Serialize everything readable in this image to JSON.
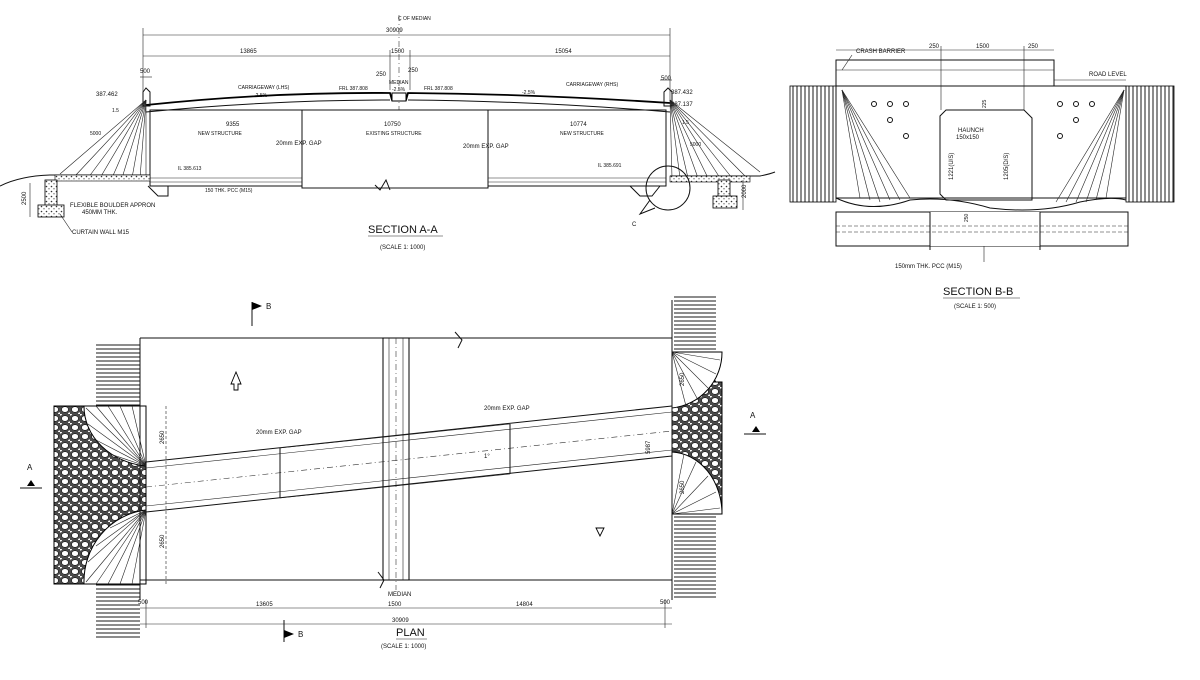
{
  "section_aa": {
    "title": "SECTION A-A",
    "scale": "(SCALE 1: 1000)",
    "centerline_label": "Ç OF MEDIAN",
    "overall_dim": "30909",
    "dim_left_half": "13865",
    "dim_median": "1500",
    "dim_right_half": "15054",
    "dim_250_left": "250",
    "dim_250_right": "250",
    "dim_500_left": "500",
    "dim_500_right": "500",
    "level_left_top": "387.462",
    "level_right_top": "387.432",
    "level_right_second": "387.137",
    "carriageway_lhs": "CARRIAGEWAY (LHS)",
    "carriageway_rhs": "CARRIAGEWAY (RHS)",
    "slope_left": "-2.5%",
    "slope_center_left": "-2.5%",
    "slope_right": "-2.5%",
    "median_label": "MEDIAN",
    "frl_left": "FRL 387.808",
    "frl_right": "FRL 387.808",
    "span_left": "9355",
    "span_center": "10750",
    "span_right": "10774",
    "new_structure_left": "NEW STRUCTURE",
    "existing_structure": "EXISTING STRUCTURE",
    "new_structure_right": "NEW STRUCTURE",
    "exp_gap_left": "20mm EXP. GAP",
    "exp_gap_right": "20mm EXP. GAP",
    "il_left": "IL 385.613",
    "il_right": "IL 385.691",
    "pcc_label": "150 THK. PCC (M15)",
    "slope_ratio_left": "1.5",
    "slope_ratio_right": "1.5",
    "dim_left_5000": "5000",
    "dim_right_5000": "5000",
    "dim_2500": "2500",
    "dim_2000": "2000",
    "flexible_apron_1": "FLEXIBLE BOULDER APPRON",
    "flexible_apron_2": "450MM THK.",
    "curtain_wall": "CURTAIN WALL M15",
    "detail_c": "C"
  },
  "section_bb": {
    "title": "SECTION B-B",
    "scale": "(SCALE 1: 500)",
    "crash_barrier": "CRASH BARRIER",
    "road_level": "ROAD LEVEL",
    "dim_250_left": "250",
    "dim_1500": "1500",
    "dim_250_right": "250",
    "haunch_1": "HAUNCH",
    "haunch_2": "150x150",
    "dim_225": "225",
    "dim_1221": "1221(U/S)",
    "dim_1205": "1205(D/S)",
    "dim_250_bottom": "250",
    "pcc_label": "150mm THK. PCC (M15)"
  },
  "plan": {
    "title": "PLAN",
    "scale": "(SCALE 1: 1000)",
    "section_b_mark": "B",
    "section_a_mark": "A",
    "exp_gap_left": "20mm EXP. GAP",
    "exp_gap_right": "20mm EXP. GAP",
    "dim_2650_left_top": "2650",
    "dim_2650_left_bottom": "2650",
    "dim_2650_right_top": "2650",
    "dim_2650_right_bottom": "2650",
    "dim_5987": "5987",
    "skew_angle": "1°",
    "median_label": "MEDIAN",
    "dim_500_left": "500",
    "dim_13605": "13605",
    "dim_1500": "1500",
    "dim_14804": "14804",
    "dim_500_right": "500",
    "overall_dim": "30909"
  }
}
